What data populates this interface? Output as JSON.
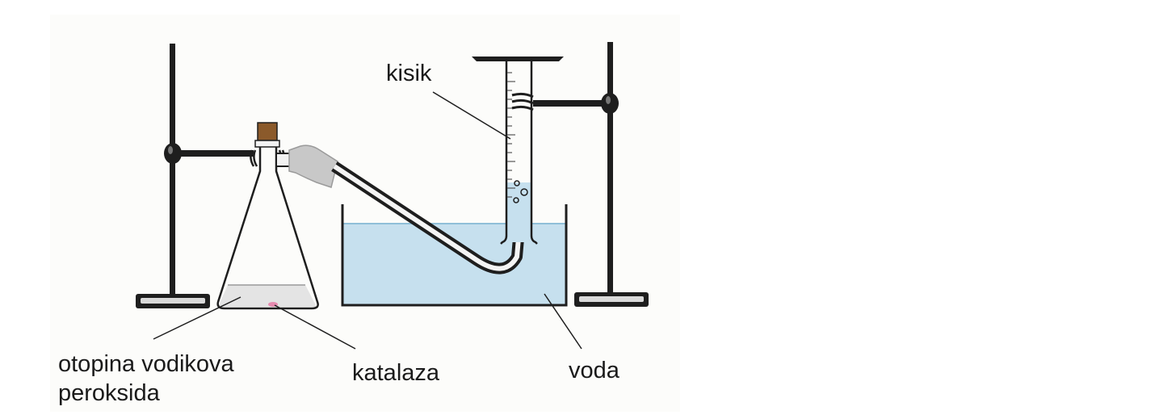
{
  "labels": {
    "oxygen": "kisik",
    "solution_line1": "otopina vodikova",
    "solution_line2": "peroksida",
    "catalyst": "katalaza",
    "water": "voda"
  },
  "colors": {
    "water": "#c6e0ee",
    "water_line": "#8fbfd8",
    "metal": "#1e1e1e",
    "cork": "#8b5a2b",
    "rubber_tube": "#c8c8c8",
    "solution": "#e4e4e4",
    "catalase_drop": "#e78bb0"
  }
}
